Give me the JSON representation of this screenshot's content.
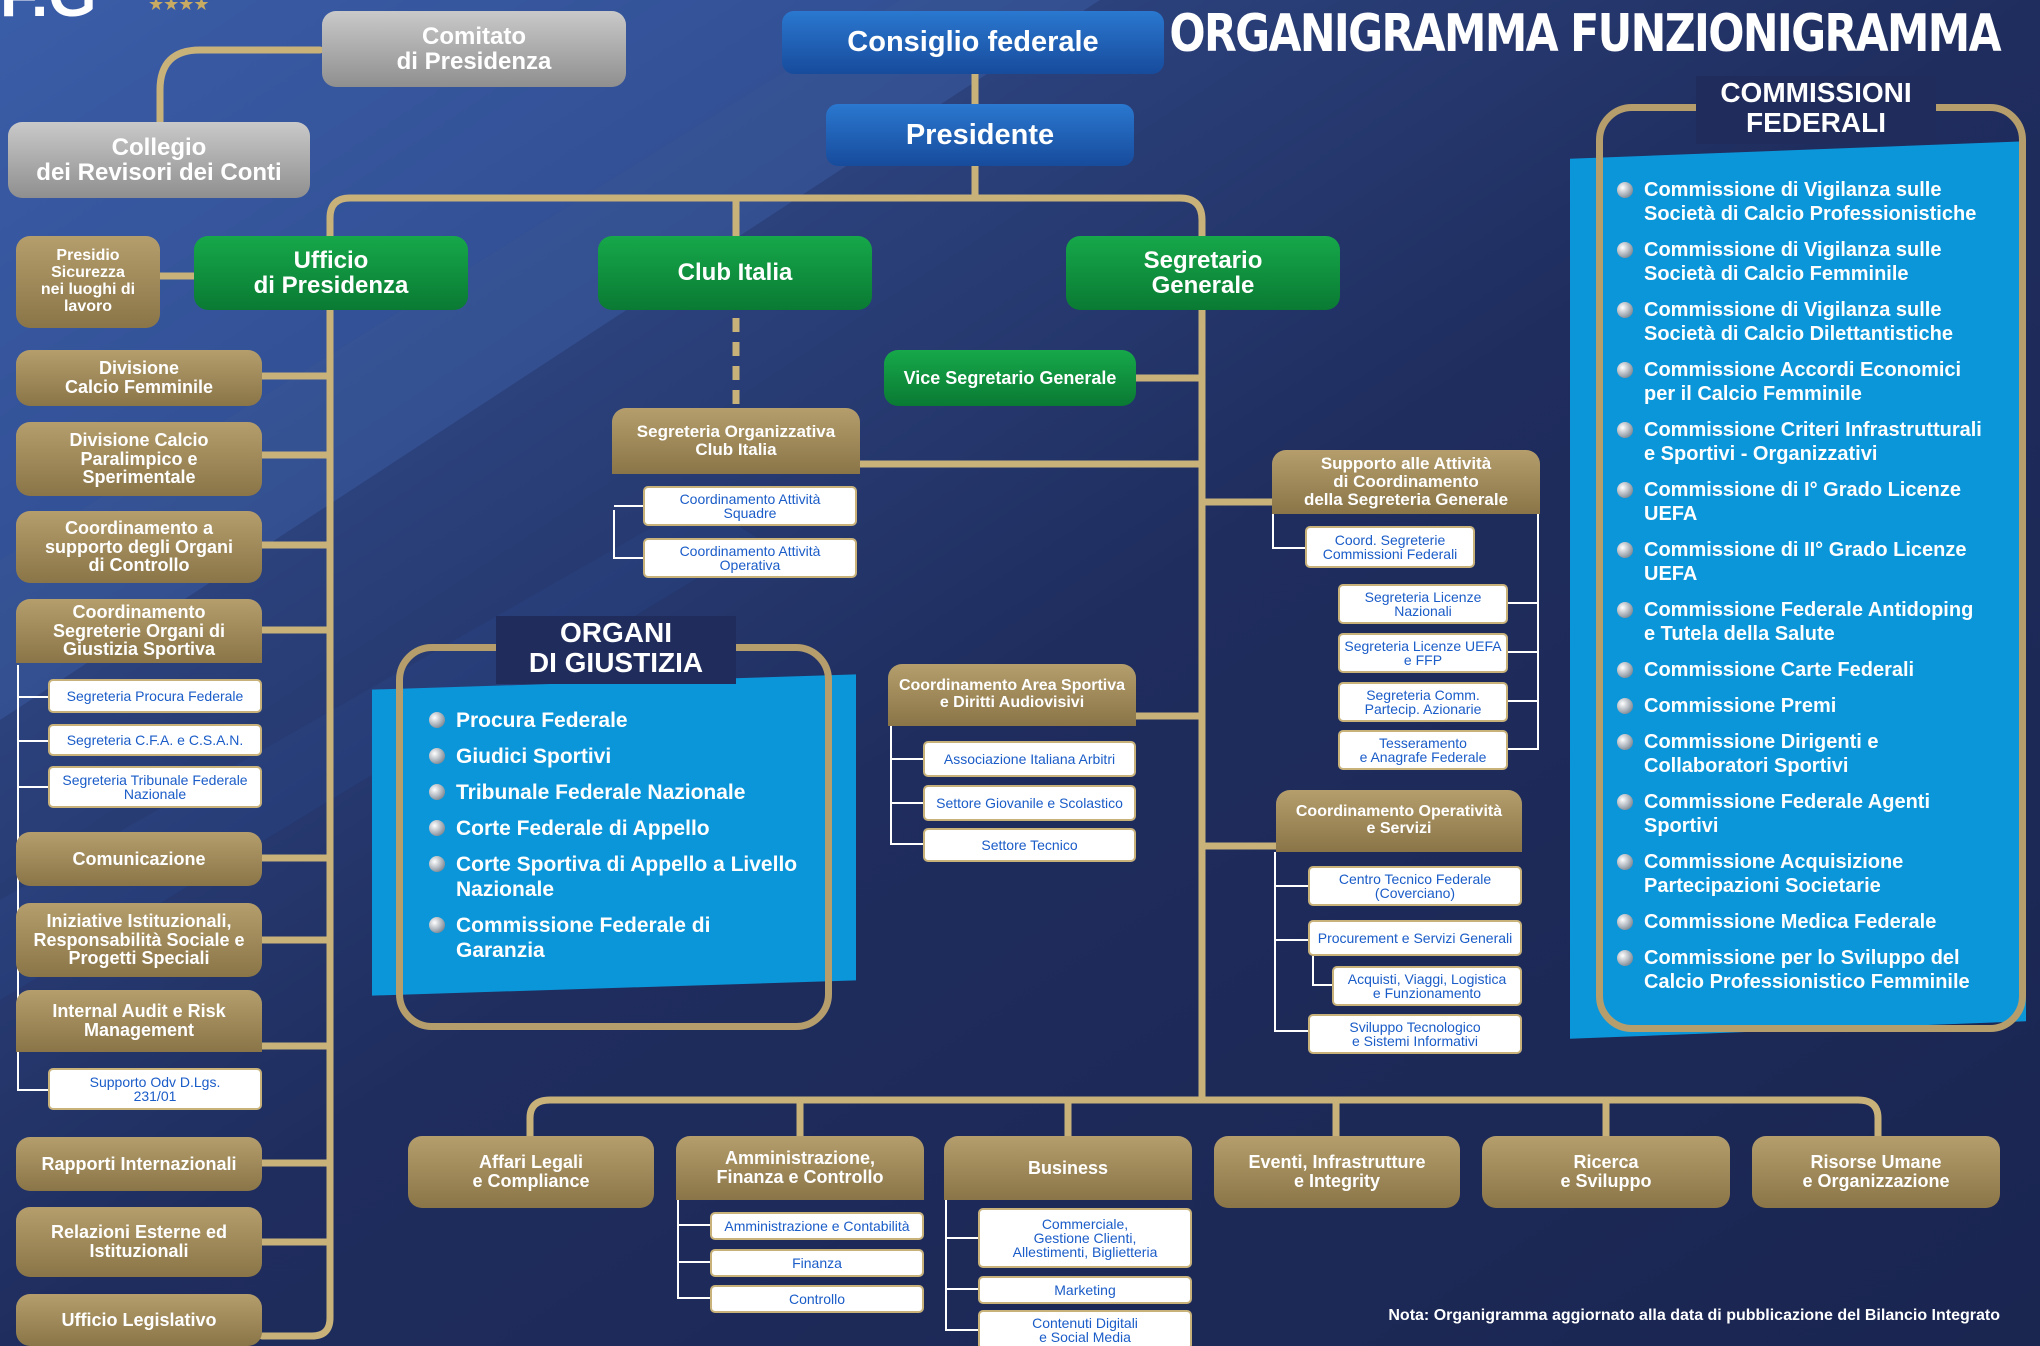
{
  "header": {
    "logo_text": "F.G",
    "stars": "★★★★",
    "title": "ORGANIGRAMMA FUNZIONIGRAMMA"
  },
  "top": {
    "comitato": "Comitato\ndi Presidenza",
    "consiglio": "Consiglio federale",
    "collegio": "Collegio\ndei Revisori dei Conti",
    "presidente": "Presidente"
  },
  "main": {
    "ufficio": "Ufficio\ndi Presidenza",
    "club": "Club Italia",
    "segretario": "Segretario\nGenerale"
  },
  "left_column": {
    "presidio": "Presidio\nSicurezza\nnei luoghi di\nlavoro",
    "div_femminile": "Divisione\nCalcio Femminile",
    "div_paralimpico": "Divisione Calcio\nParalimpico e\nSperimentale",
    "coord_controllo": "Coordinamento a\nsupporto degli Organi\ndi Controllo",
    "coord_giustizia": "Coordinamento\nSegreterie Organi di\nGiustizia Sportiva",
    "giustizia_subs": [
      "Segreteria Procura Federale",
      "Segreteria C.F.A. e C.S.A.N.",
      "Segreteria Tribunale Federale\nNazionale"
    ],
    "comunicazione": "Comunicazione",
    "iniziative": "Iniziative Istituzionali,\nResponsabilità Sociale e\nProgetti Speciali",
    "audit": "Internal Audit e Risk\nManagement",
    "audit_sub": "Supporto Odv D.Lgs.\n231/01",
    "rapporti": "Rapporti Internazionali",
    "relazioni": "Relazioni Esterne ed\nIstituzionali",
    "legislativo": "Ufficio Legislativo"
  },
  "club_branch": {
    "segreteria": "Segreteria Organizzativa\nClub Italia",
    "subs": [
      "Coordinamento Attività\nSquadre",
      "Coordinamento Attività\nOperativa"
    ]
  },
  "organi": {
    "title": "ORGANI\nDI GIUSTIZIA",
    "items": [
      "Procura Federale",
      "Giudici Sportivi",
      "Tribunale Federale Nazionale",
      "Corte Federale di Appello",
      "Corte Sportiva di Appello a Livello\nNazionale",
      "Commissione Federale di\nGaranzia"
    ]
  },
  "segretario_branch": {
    "vice": "Vice Segretario Generale",
    "supporto": "Supporto alle Attività\ndi Coordinamento\ndella Segreteria Generale",
    "supporto_subs": [
      "Coord. Segreterie\nCommissioni Federali",
      "Segreteria Licenze\nNazionali",
      "Segreteria Licenze UEFA\ne FFP",
      "Segreteria Comm.\nPartecip. Azionarie",
      "Tesseramento\ne Anagrafe Federale"
    ],
    "area_sportiva": "Coordinamento Area Sportiva\ne Diritti Audiovisivi",
    "area_subs": [
      "Associazione Italiana Arbitri",
      "Settore Giovanile e Scolastico",
      "Settore Tecnico"
    ],
    "operativita": "Coordinamento Operatività\ne Servizi",
    "operativita_subs": [
      "Centro Tecnico Federale\n(Coverciano)",
      "Procurement e Servizi Generali",
      "Acquisti, Viaggi, Logistica\ne Funzionamento",
      "Sviluppo Tecnologico\ne Sistemi Informativi"
    ]
  },
  "bottom": {
    "affari": "Affari Legali\ne Compliance",
    "amministrazione": "Amministrazione,\nFinanza e Controllo",
    "amministrazione_subs": [
      "Amministrazione e Contabilità",
      "Finanza",
      "Controllo"
    ],
    "business": "Business",
    "business_subs": [
      "Commerciale,\nGestione Clienti,\nAllestimenti, Biglietteria",
      "Marketing",
      "Contenuti Digitali\ne Social Media"
    ],
    "eventi": "Eventi, Infrastrutture\ne Integrity",
    "ricerca": "Ricerca\ne Sviluppo",
    "risorse": "Risorse Umane\ne Organizzazione"
  },
  "commissioni": {
    "title": "COMMISSIONI\nFEDERALI",
    "items": [
      "Commissione di Vigilanza sulle\nSocietà di Calcio Professionistiche",
      "Commissione di Vigilanza sulle\nSocietà di Calcio Femminile",
      "Commissione di Vigilanza sulle\nSocietà di Calcio Dilettantistiche",
      "Commissione Accordi Economici\nper il Calcio Femminile",
      "Commissione Criteri Infrastrutturali\ne Sportivi - Organizzativi",
      "Commissione di I° Grado Licenze\nUEFA",
      "Commissione di II° Grado Licenze\nUEFA",
      "Commissione Federale Antidoping\ne Tutela della Salute",
      "Commissione Carte Federali",
      "Commissione Premi",
      "Commissione Dirigenti e\nCollaboratori Sportivi",
      "Commissione Federale Agenti\nSportivi",
      "Commissione Acquisizione\nPartecipazioni Societarie",
      "Commissione Medica Federale",
      "Commissione per lo Sviluppo del\nCalcio Professionistico Femminile"
    ]
  },
  "note": "Nota: Organigramma aggiornato alla data di pubblicazione del Bilancio Integrato",
  "colors": {
    "background": "#1d2a55",
    "gold": "#b59e6c",
    "green": "#16a84a",
    "blue": "#1f5fb8",
    "panel": "#0c96da"
  }
}
